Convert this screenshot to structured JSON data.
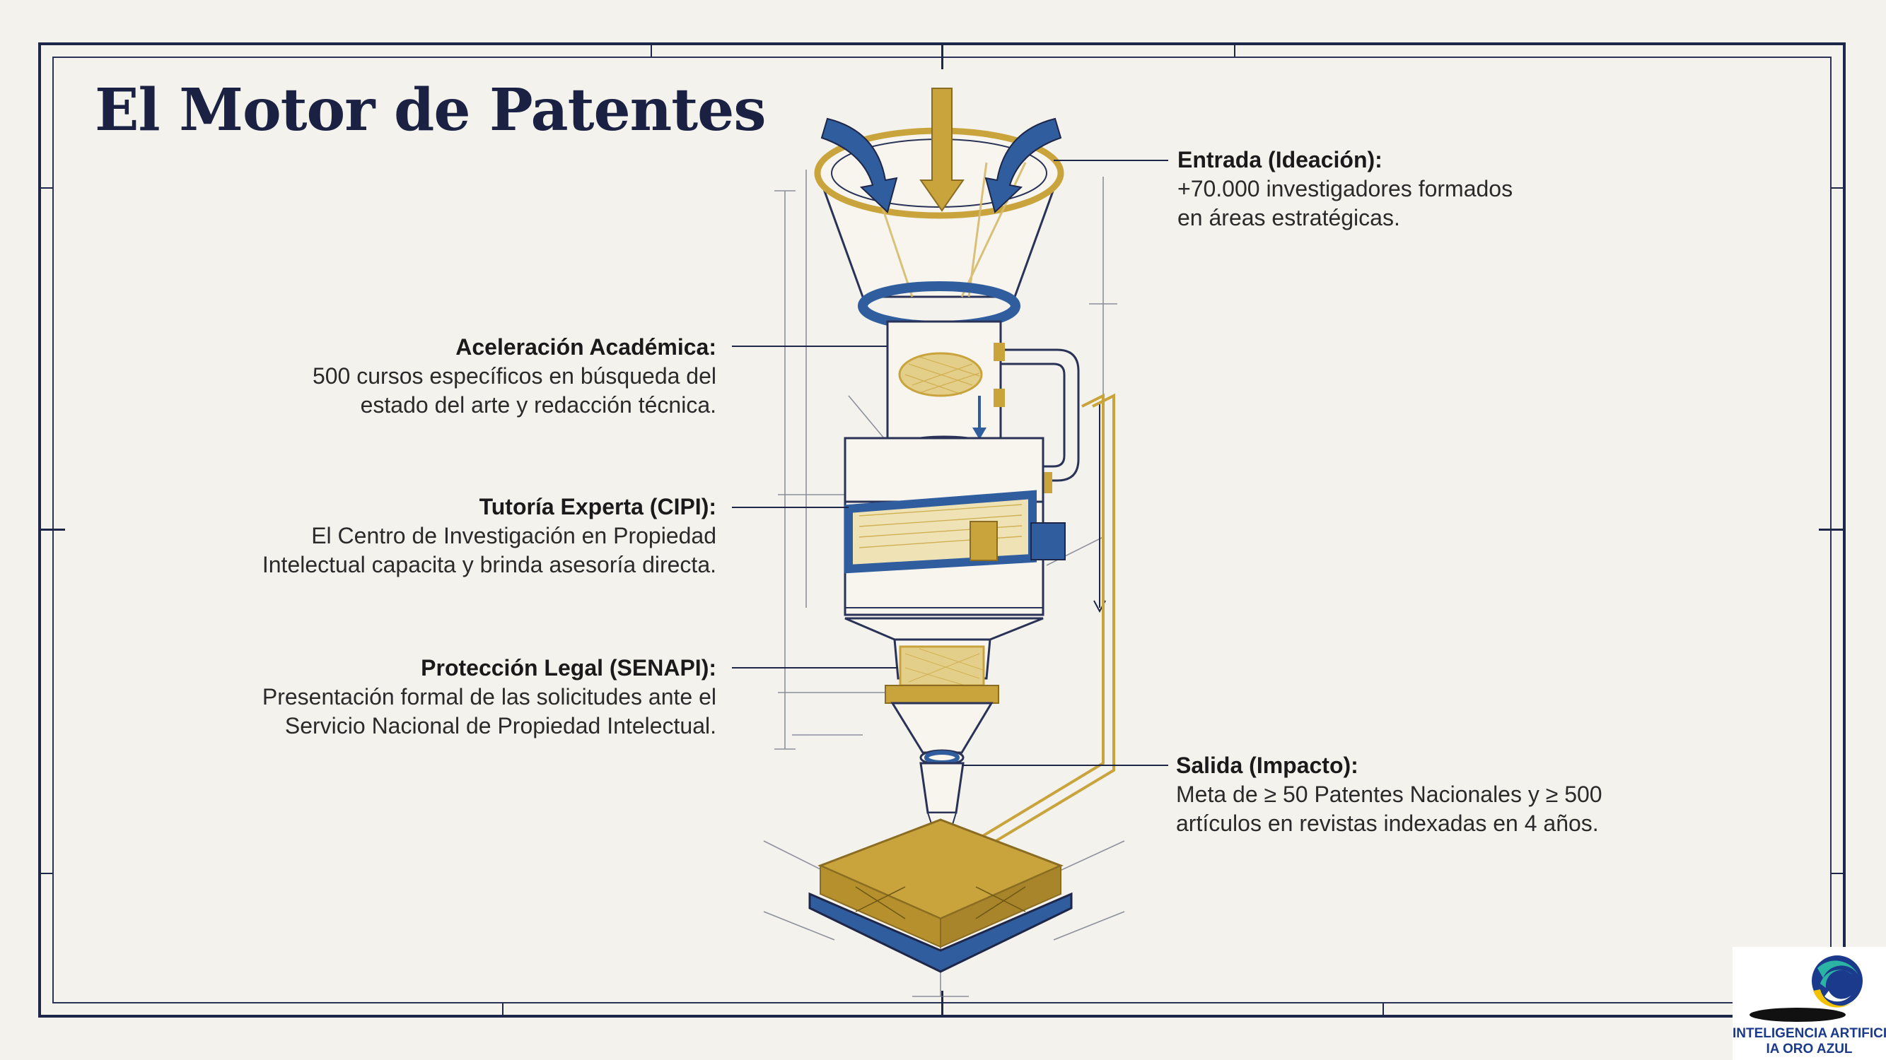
{
  "title": "El Motor de Patentes",
  "callouts": {
    "entrada": {
      "heading": "Entrada (Ideación):",
      "lines": [
        "+70.000 investigadores formados",
        "en áreas estratégicas."
      ]
    },
    "aceleracion": {
      "heading": "Aceleración Académica:",
      "lines": [
        "500 cursos específicos en búsqueda del",
        "estado del arte y redacción técnica."
      ]
    },
    "tutoria": {
      "heading": "Tutoría Experta (CIPI):",
      "lines": [
        "El Centro de Investigación en Propiedad",
        "Intelectual capacita y brinda asesoría directa."
      ]
    },
    "proteccion": {
      "heading": "Protección Legal (SENAPI):",
      "lines": [
        "Presentación formal de las solicitudes ante el",
        "Servicio Nacional de Propiedad Intelectual."
      ]
    },
    "salida": {
      "heading": "Salida (Impacto):",
      "lines": [
        "Meta de ≥ 50 Patentes Nacionales y ≥ 500",
        "artículos en revistas indexadas en 4 años."
      ]
    }
  },
  "logo": {
    "line1": "INTELIGENCIA ARTIFICIAL",
    "line2": "IA ORO AZUL"
  },
  "colors": {
    "navy": "#1e2749",
    "blue": "#2f5d9e",
    "gold": "#c9a43c",
    "paper": "#f3f2ec"
  }
}
